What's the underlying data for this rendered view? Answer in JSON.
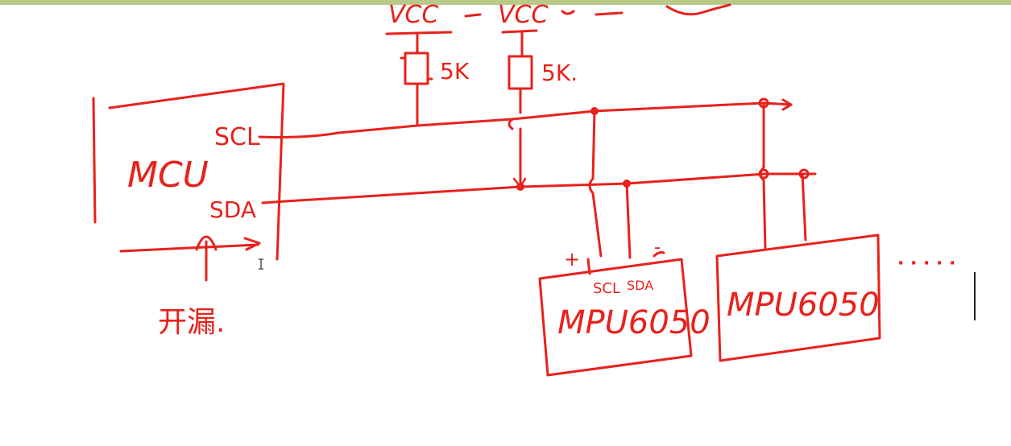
{
  "colors": {
    "ink": "#e8211c",
    "top_bar": "#b9c987",
    "background": "#ffffff",
    "cursor": "#222222"
  },
  "top_labels": {
    "vcc_left": "VCC",
    "vcc_right": "VCC"
  },
  "resistors": [
    {
      "value": "5K"
    },
    {
      "value": "5K."
    }
  ],
  "mcu": {
    "label": "MCU",
    "scl_pin": "SCL",
    "sda_pin": "SDA"
  },
  "open_drain_note": "开漏.",
  "devices": [
    {
      "label": "MPU6050",
      "pin_plus": "+",
      "pin_minus": "-",
      "pin_scl": "SCL",
      "pin_sda": "SDA"
    },
    {
      "label": "MPU6050"
    }
  ],
  "ellipsis": "· · · · ·"
}
